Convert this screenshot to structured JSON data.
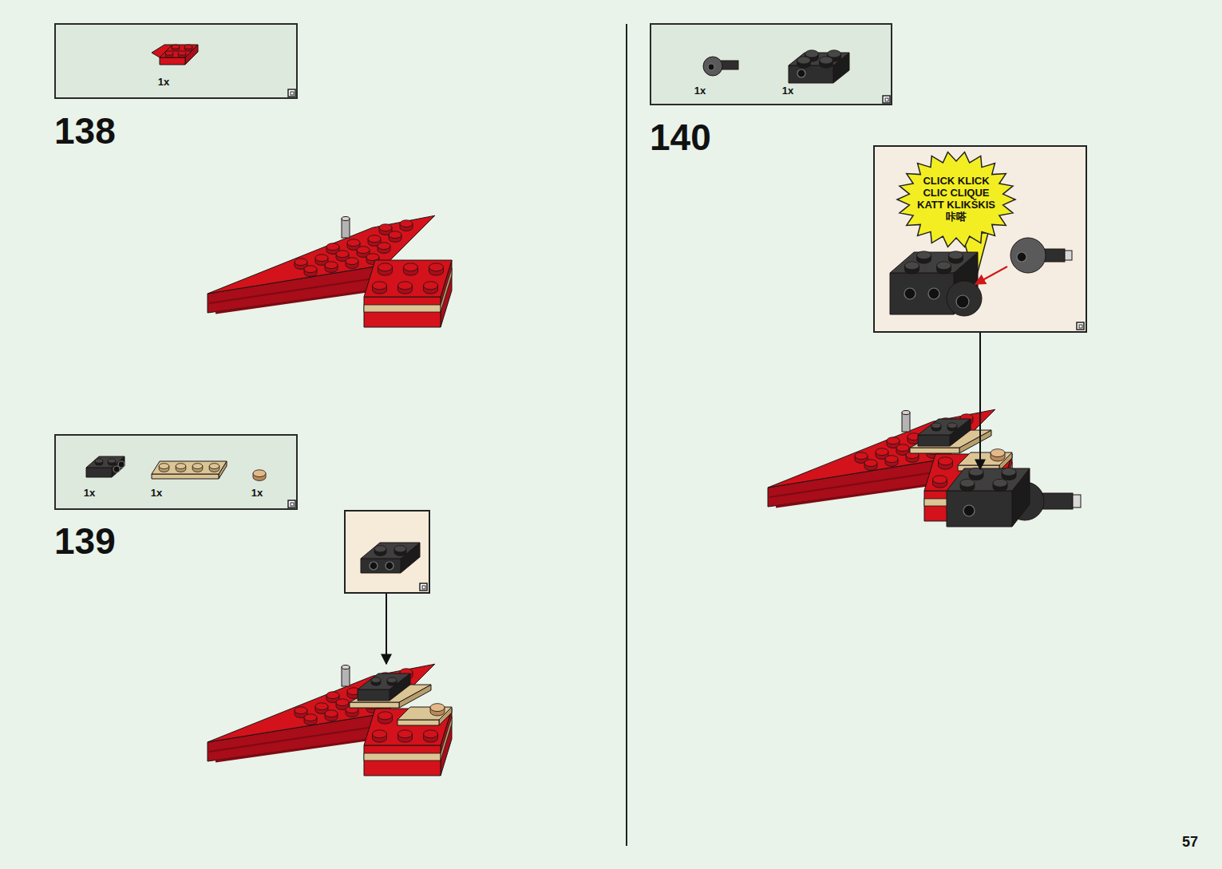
{
  "diagram": {
    "nodes": [
      {
        "text": [
          "1x"
        ]
      },
      {
        "text": [
          "1x",
          "1x",
          "1x"
        ]
      },
      {
        "text": [
          "1x",
          "1x"
        ]
      },
      {
        "text": [
          "CLICK KLICK CLIC CLIQUE KATT KLIKŠKIS 咔嗒"
        ]
      }
    ],
    "labels": [
      "138",
      "139",
      "140",
      "57"
    ]
  }
}
